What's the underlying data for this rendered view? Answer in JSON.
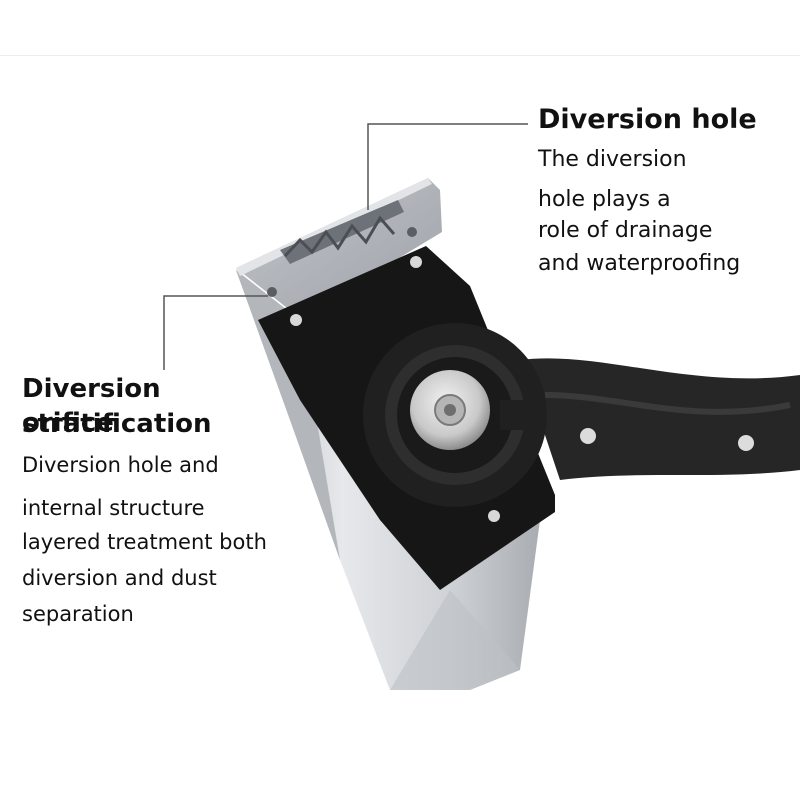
{
  "callout_right": {
    "heading": "Diversion hole",
    "lines": [
      "The diversion",
      "hole plays a",
      "role of drainage",
      "and waterproofing"
    ]
  },
  "callout_left": {
    "heading_lines": [
      "Diversion orifice",
      "stratification"
    ],
    "lines": [
      "Diversion hole and",
      "internal structure",
      "layered treatment both",
      "diversion and dust",
      "separation"
    ]
  },
  "colors": {
    "aluminum": "#c9ccd0",
    "bracket": "#161616",
    "arm": "#262626",
    "leader_line": "#555555"
  },
  "icons": [
    "table-leg-image",
    "mounting-bracket",
    "swivel-arm",
    "screw-icon"
  ]
}
